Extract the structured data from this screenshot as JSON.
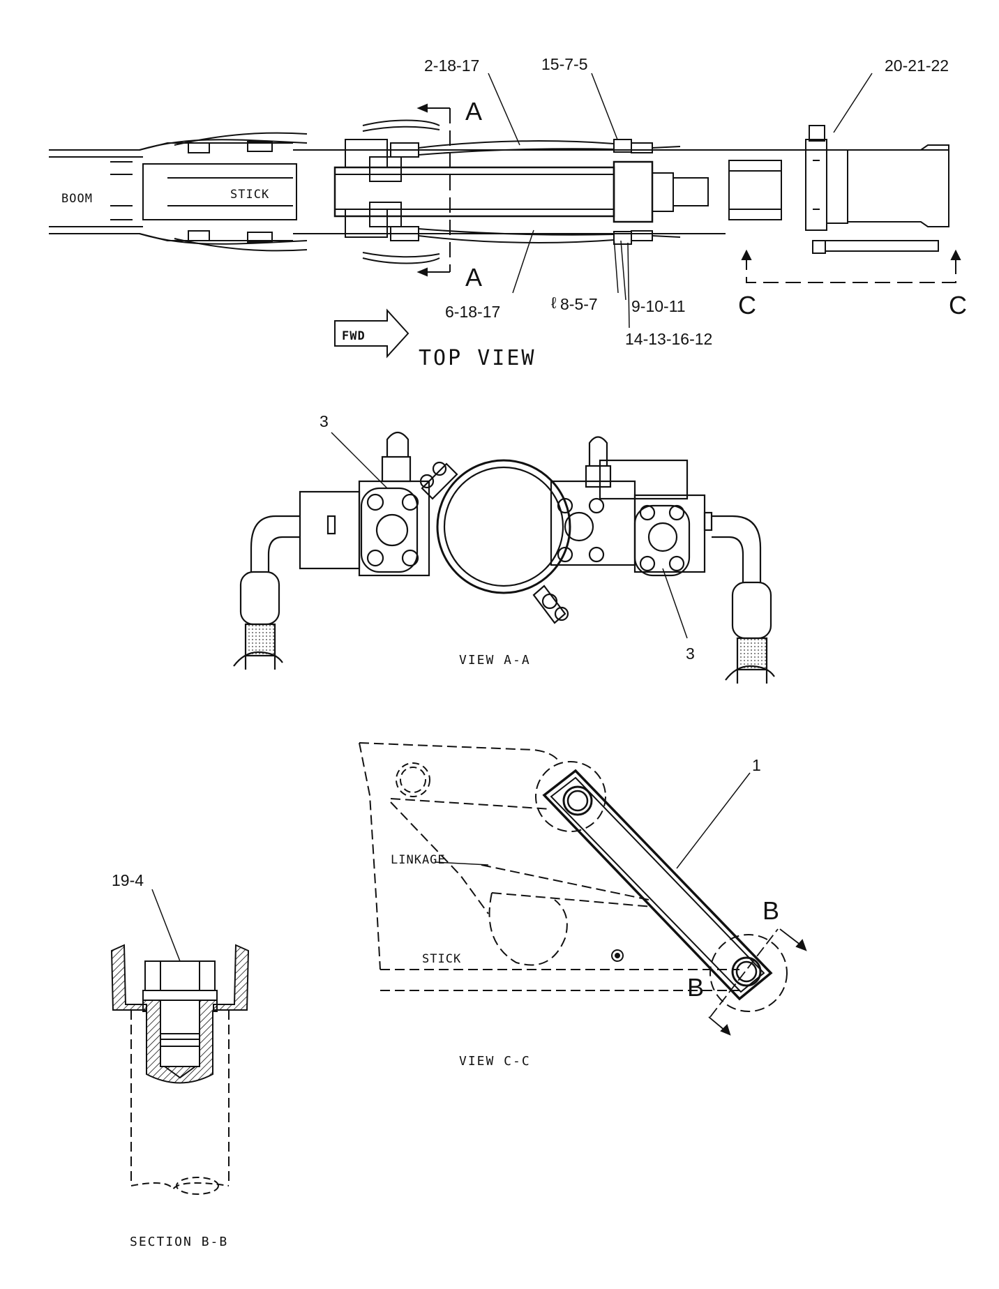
{
  "top_view": {
    "title": "TOP VIEW",
    "fwd_label": "FWD",
    "boom_label": "BOOM",
    "stick_label": "STICK",
    "section_a": "A",
    "section_c": "C",
    "callouts": {
      "c_2_18_17": "2-18-17",
      "c_15_7_5": "15-7-5",
      "c_20_21_22": "20-21-22",
      "c_6_18_17": "6-18-17",
      "c_8_5_7": "8-5-7",
      "c_8_5_7_mark": "ℓ",
      "c_9_10_11": "9-10-11",
      "c_14_13_16_12": "14-13-16-12"
    }
  },
  "view_a": {
    "caption": "VIEW A-A",
    "callout_left": "3",
    "callout_right": "3"
  },
  "view_c": {
    "caption": "VIEW C-C",
    "linkage_label": "LINKAGE",
    "stick_label": "STICK",
    "callout_1": "1",
    "section_b": "B"
  },
  "section_b": {
    "caption": "SECTION B-B",
    "callout": "19-4"
  }
}
